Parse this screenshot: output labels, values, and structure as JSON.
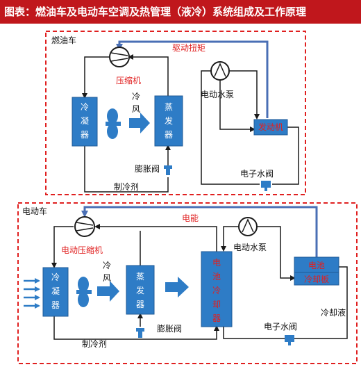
{
  "title": "图表：燃油车及电动车空调及热管理（液冷）系统组成及工作原理",
  "fuel_car": {
    "label": "燃油车",
    "compressor_label": "压缩机",
    "condenser": [
      "冷",
      "凝",
      "器"
    ],
    "cold_wind": [
      "冷",
      "风"
    ],
    "evaporator": [
      "蒸",
      "发",
      "器"
    ],
    "expansion_valve": "膨胀阀",
    "refrigerant": "制冷剂",
    "drive_torque": "驱动扭矩",
    "water_pump": "电动水泵",
    "engine": "发动机",
    "electronic_valve": "电子水阀"
  },
  "ev": {
    "label": "电动车",
    "compressor_label": "电动压缩机",
    "electric_energy": "电能",
    "condenser": [
      "冷",
      "凝",
      "器"
    ],
    "cold_wind": [
      "冷",
      "风"
    ],
    "evaporator": [
      "蒸",
      "发",
      "器"
    ],
    "battery_cooler": [
      "电",
      "池",
      "冷",
      "却",
      "器"
    ],
    "water_pump": "电动水泵",
    "battery": "电池",
    "cold_plate": "冷却板",
    "coolant": "冷却液",
    "electronic_valve": "电子水阀",
    "expansion_valve": "膨胀阀",
    "refrigerant": "制冷剂"
  },
  "colors": {
    "title_bg": "#c0171c",
    "box_fill": "#2e7cc6",
    "dashed_border": "#e02020",
    "link_line": "#4a6fb5"
  }
}
